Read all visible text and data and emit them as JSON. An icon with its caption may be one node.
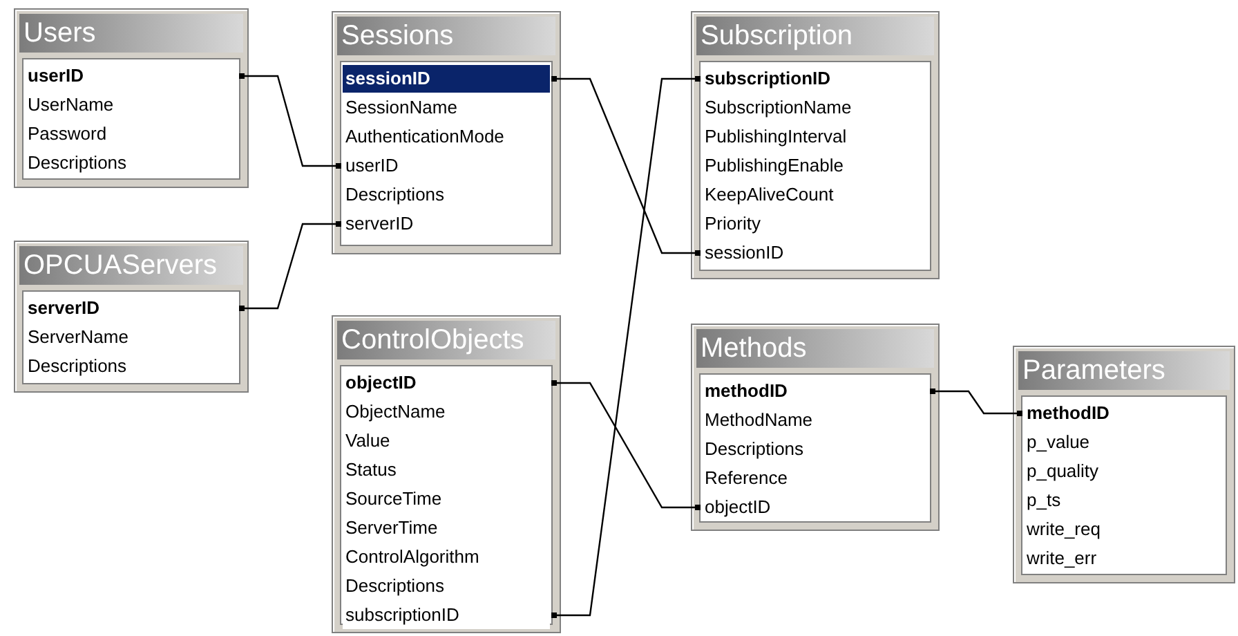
{
  "diagram": {
    "nodes": [
      {
        "text": [
          "Users"
        ]
      },
      {
        "text": [
          "userID"
        ],
        "in": 0
      },
      {
        "text": [
          "UserName"
        ],
        "in": 0
      },
      {
        "text": [
          "Password"
        ],
        "in": 0
      },
      {
        "text": [
          "Descriptions"
        ],
        "in": 0
      },
      {
        "text": [
          "Sessions"
        ]
      },
      {
        "text": [
          "sessionID"
        ],
        "in": 5
      },
      {
        "text": [
          "SessionName"
        ],
        "in": 5
      },
      {
        "text": [
          "AuthenticationMode"
        ],
        "in": 5
      },
      {
        "text": [
          "userID"
        ],
        "in": 5
      },
      {
        "text": [
          "Descriptions"
        ],
        "in": 5
      },
      {
        "text": [
          "serverID"
        ],
        "in": 5
      },
      {
        "text": [
          "Subscription"
        ]
      },
      {
        "text": [
          "subscriptionID"
        ],
        "in": 12
      },
      {
        "text": [
          "SubscriptionName"
        ],
        "in": 12
      },
      {
        "text": [
          "PublishingInterval"
        ],
        "in": 12
      },
      {
        "text": [
          "PublishingEnable"
        ],
        "in": 12
      },
      {
        "text": [
          "KeepAliveCount"
        ],
        "in": 12
      },
      {
        "text": [
          "Priority"
        ],
        "in": 12
      },
      {
        "text": [
          "sessionID"
        ],
        "in": 12
      },
      {
        "text": [
          "OPCUAServers"
        ]
      },
      {
        "text": [
          "serverID"
        ],
        "in": 20
      },
      {
        "text": [
          "ServerName"
        ],
        "in": 20
      },
      {
        "text": [
          "Descriptions"
        ],
        "in": 20
      },
      {
        "text": [
          "ControlObjects"
        ]
      },
      {
        "text": [
          "objectID"
        ],
        "in": 24
      },
      {
        "text": [
          "ObjectName"
        ],
        "in": 24
      },
      {
        "text": [
          "Value"
        ],
        "in": 24
      },
      {
        "text": [
          "Status"
        ],
        "in": 24
      },
      {
        "text": [
          "SourceTime"
        ],
        "in": 24
      },
      {
        "text": [
          "ServerTime"
        ],
        "in": 24
      },
      {
        "text": [
          "ControlAlgorithm"
        ],
        "in": 24
      },
      {
        "text": [
          "Descriptions"
        ],
        "in": 24
      },
      {
        "text": [
          "subscriptionID"
        ],
        "in": 24
      },
      {
        "text": [
          "Methods"
        ]
      },
      {
        "text": [
          "methodID"
        ],
        "in": 34
      },
      {
        "text": [
          "MethodName"
        ],
        "in": 34
      },
      {
        "text": [
          "Descriptions"
        ],
        "in": 34
      },
      {
        "text": [
          "Reference"
        ],
        "in": 34
      },
      {
        "text": [
          "objectID"
        ],
        "in": 34
      },
      {
        "text": [
          "Parameters"
        ]
      },
      {
        "text": [
          "methodID"
        ],
        "in": 40
      },
      {
        "text": [
          "p_value"
        ],
        "in": 40
      },
      {
        "text": [
          "p_quality"
        ],
        "in": 40
      },
      {
        "text": [
          "p_ts"
        ],
        "in": 40
      },
      {
        "text": [
          "write_req"
        ],
        "in": 40
      },
      {
        "text": [
          "write_err"
        ],
        "in": 40
      }
    ],
    "edges": [
      {
        "from": 1,
        "to": 9,
        "arrow": "other"
      },
      {
        "from": 21,
        "to": 11,
        "arrow": "other"
      },
      {
        "from": 6,
        "to": 19,
        "arrow": "other"
      },
      {
        "from": 13,
        "to": 33,
        "arrow": "other"
      },
      {
        "from": 25,
        "to": 39,
        "arrow": "other"
      },
      {
        "from": 35,
        "to": 41,
        "arrow": "other"
      }
    ]
  }
}
